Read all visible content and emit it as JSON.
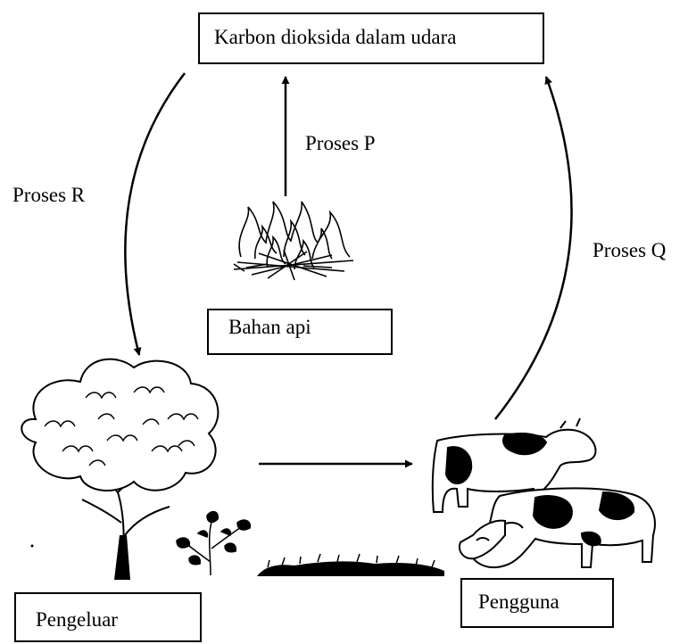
{
  "nodes": {
    "carbon_dioxide": "Karbon dioksida dalam udara",
    "fuel": "Bahan api",
    "producer": "Pengeluar",
    "consumer": "Pengguna"
  },
  "processes": {
    "p": "Proses P",
    "q": "Proses Q",
    "r": "Proses R"
  }
}
